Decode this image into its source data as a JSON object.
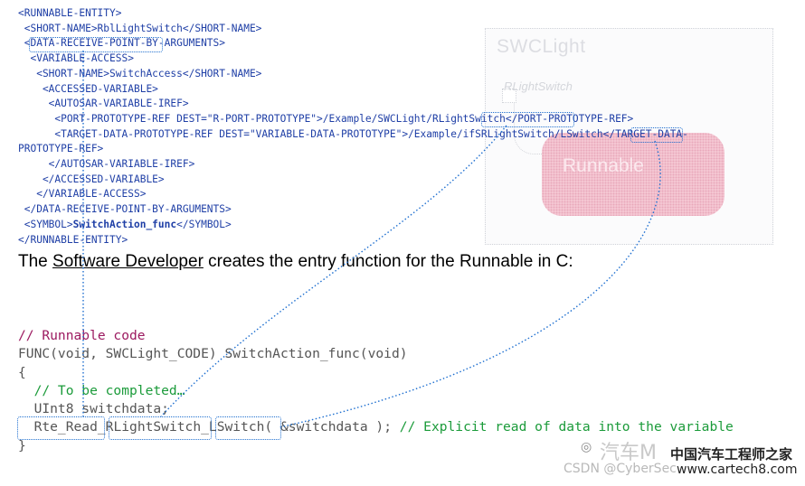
{
  "xml": {
    "lines": [
      "<RUNNABLE-ENTITY>",
      " <SHORT-NAME>RblLightSwitch</SHORT-NAME>",
      " <DATA-RECEIVE-POINT-BY-ARGUMENTS>",
      "  <VARIABLE-ACCESS>",
      "   <SHORT-NAME>SwitchAccess</SHORT-NAME>",
      "    <ACCESSED-VARIABLE>",
      "     <AUTOSAR-VARIABLE-IREF>",
      "      <PORT-PROTOTYPE-REF DEST=\"R-PORT-PROTOTYPE\">/Example/SWCLight/RLightSwitch</PORT-PROTOTYPE-REF>",
      "      <TARGET-DATA-PROTOTYPE-REF DEST=\"VARIABLE-DATA-PROTOTYPE\">/Example/ifSRLightSwitch/LSwitch</TARGET-DATA-",
      "PROTOTYPE-REF>",
      "     </AUTOSAR-VARIABLE-IREF>",
      "    </ACCESSED-VARIABLE>",
      "   </VARIABLE-ACCESS>",
      " </DATA-RECEIVE-POINT-BY-ARGUMENTS>"
    ],
    "symbol_open": " <SYMBOL>",
    "symbol_value": "SwitchAction_func",
    "symbol_close": "</SYMBOL>",
    "last_line": "</RUNNABLE-ENTITY>"
  },
  "sentence": {
    "prefix": "The ",
    "role": "Software Developer",
    "suffix": " creates the entry function for the Runnable in C:"
  },
  "code": {
    "comment_runnable": "// Runnable code",
    "func_decl": "FUNC(void, SWCLight_CODE) SwitchAction_func(void)",
    "open_brace": "{",
    "todo_comment": "  // To be completed…",
    "var_decl": "  UInt8 switchdata;",
    "call_indent": "  ",
    "call_rte": "Rte_Read",
    "call_sep1": "_",
    "call_port": "RLightSwitch",
    "call_sep2": "_",
    "call_elem": "LSwitch",
    "call_args": "( &switchdata ); ",
    "call_comment": "// Explicit read of data into the variable",
    "close_brace": "}"
  },
  "diagram": {
    "title": "SWCLight",
    "port_label": "RLightSwitch",
    "runnable_label": "Runnable"
  },
  "watermark": {
    "wechat_text": "汽车M",
    "csdn_text": "CSDN @CyberSec",
    "site_name": "中国汽车工程师之家",
    "site_url": "www.cartech8.com"
  },
  "colors": {
    "xml_blue": "#1f3fa6",
    "comment_magenta": "#9c1a60",
    "comment_green": "#1b9b3a",
    "link_blue": "#1e6fd0"
  }
}
